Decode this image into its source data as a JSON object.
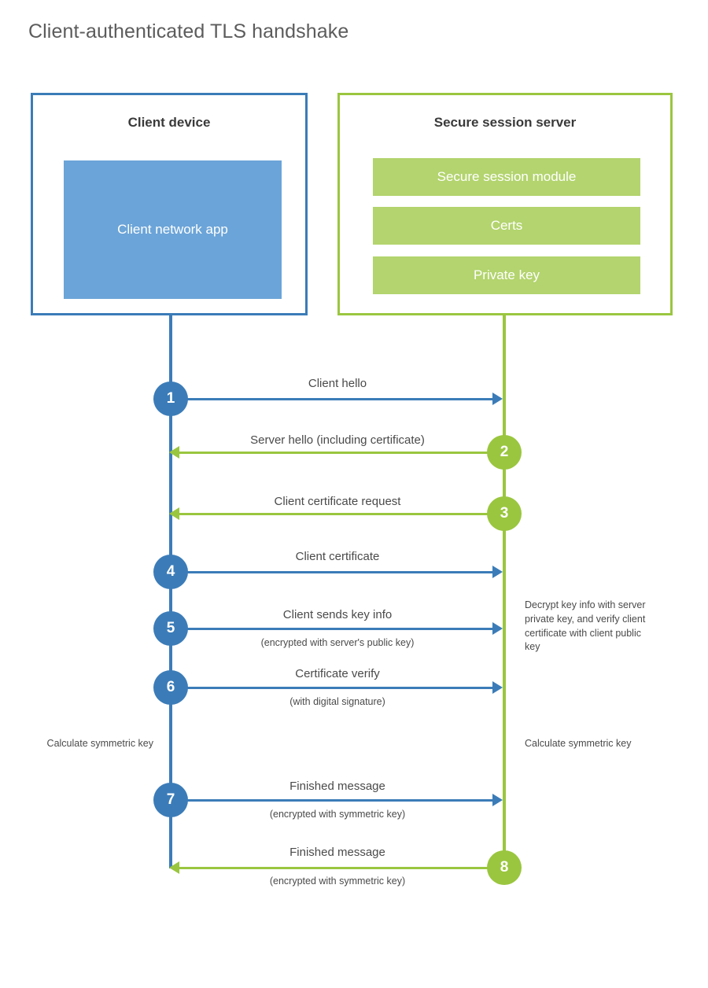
{
  "title": "Client-authenticated TLS handshake",
  "colors": {
    "client_blue": "#3b7cb8",
    "client_app_fill": "#6ba4d8",
    "server_green": "#9ac63f",
    "server_bar_fill": "#b3d46e",
    "text_gray": "#4a4a4a",
    "title_gray": "#5c5c5c"
  },
  "parties": {
    "client": {
      "title": "Client device",
      "app_label": "Client network app"
    },
    "server": {
      "title": "Secure session server",
      "components": [
        "Secure session module",
        "Certs",
        "Private key"
      ]
    }
  },
  "steps": [
    {
      "number": "1",
      "label": "Client hello",
      "sublabel": "",
      "direction": "client-to-server",
      "side": "client"
    },
    {
      "number": "2",
      "label": "Server hello (including certificate)",
      "sublabel": "",
      "direction": "server-to-client",
      "side": "server"
    },
    {
      "number": "3",
      "label": "Client certificate request",
      "sublabel": "",
      "direction": "server-to-client",
      "side": "server"
    },
    {
      "number": "4",
      "label": "Client certificate",
      "sublabel": "",
      "direction": "client-to-server",
      "side": "client"
    },
    {
      "number": "5",
      "label": "Client sends key info",
      "sublabel": "(encrypted with server's public key)",
      "direction": "client-to-server",
      "side": "client"
    },
    {
      "number": "6",
      "label": "Certificate verify",
      "sublabel": "(with digital signature)",
      "direction": "client-to-server",
      "side": "client"
    },
    {
      "number": "7",
      "label": "Finished message",
      "sublabel": "(encrypted with symmetric key)",
      "direction": "client-to-server",
      "side": "client"
    },
    {
      "number": "8",
      "label": "Finished message",
      "sublabel": "(encrypted with symmetric key)",
      "direction": "server-to-client",
      "side": "server"
    }
  ],
  "annotations": {
    "server_decrypt": "Decrypt key info with server private key, and verify client certificate with client public key",
    "client_calculate": "Calculate symmetric key",
    "server_calculate": "Calculate symmetric key"
  }
}
